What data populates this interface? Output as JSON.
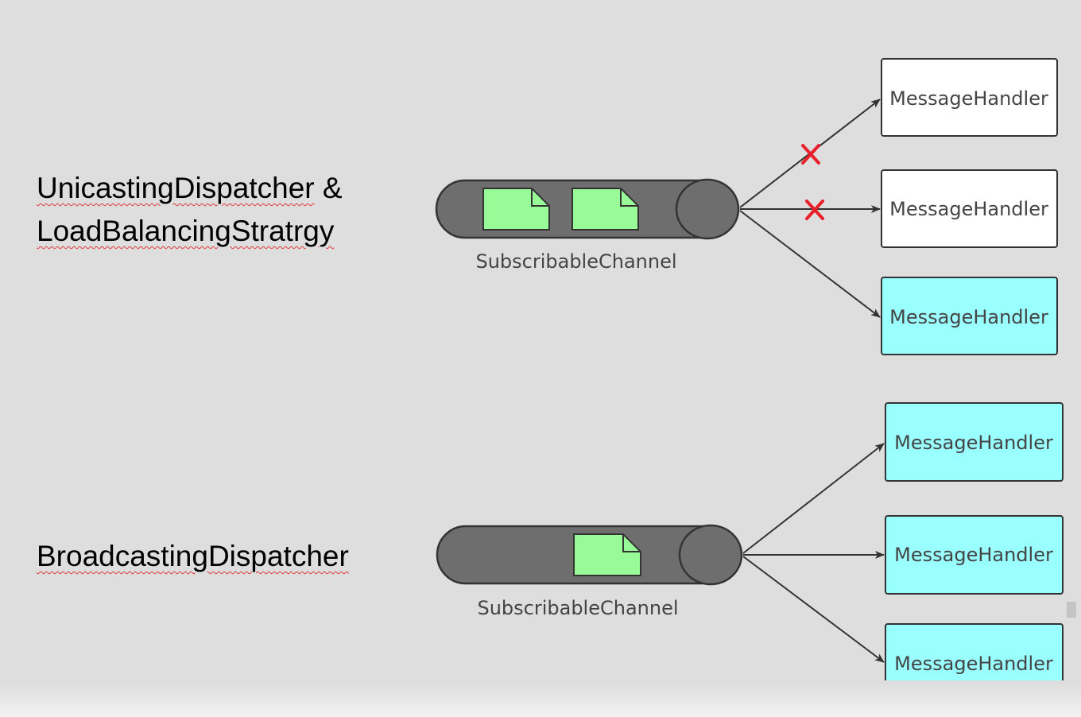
{
  "top_section": {
    "caption_line1_word": "UnicastingDispatcher",
    "caption_line1_amp": "&",
    "caption_line2": "LoadBalancingStratrgy",
    "channel_label": "SubscribableChannel",
    "handlers": [
      {
        "label": "MessageHandler",
        "state": "rejected"
      },
      {
        "label": "MessageHandler",
        "state": "rejected"
      },
      {
        "label": "MessageHandler",
        "state": "selected"
      }
    ]
  },
  "bottom_section": {
    "caption": "BroadcastingDispatcher",
    "channel_label": "SubscribableChannel",
    "handlers": [
      {
        "label": "MessageHandler",
        "state": "selected"
      },
      {
        "label": "MessageHandler",
        "state": "selected"
      },
      {
        "label": "MessageHandler",
        "state": "selected"
      }
    ]
  },
  "colors": {
    "background": "#dedede",
    "channel_fill": "#6e6e6e",
    "message_fill": "#98fb98",
    "handler_default": "#ffffff",
    "handler_selected": "#99ffff",
    "reject_mark": "#e8202a",
    "arrow": "#333333"
  },
  "icons": {
    "message": "document-icon",
    "reject": "cross-icon"
  }
}
